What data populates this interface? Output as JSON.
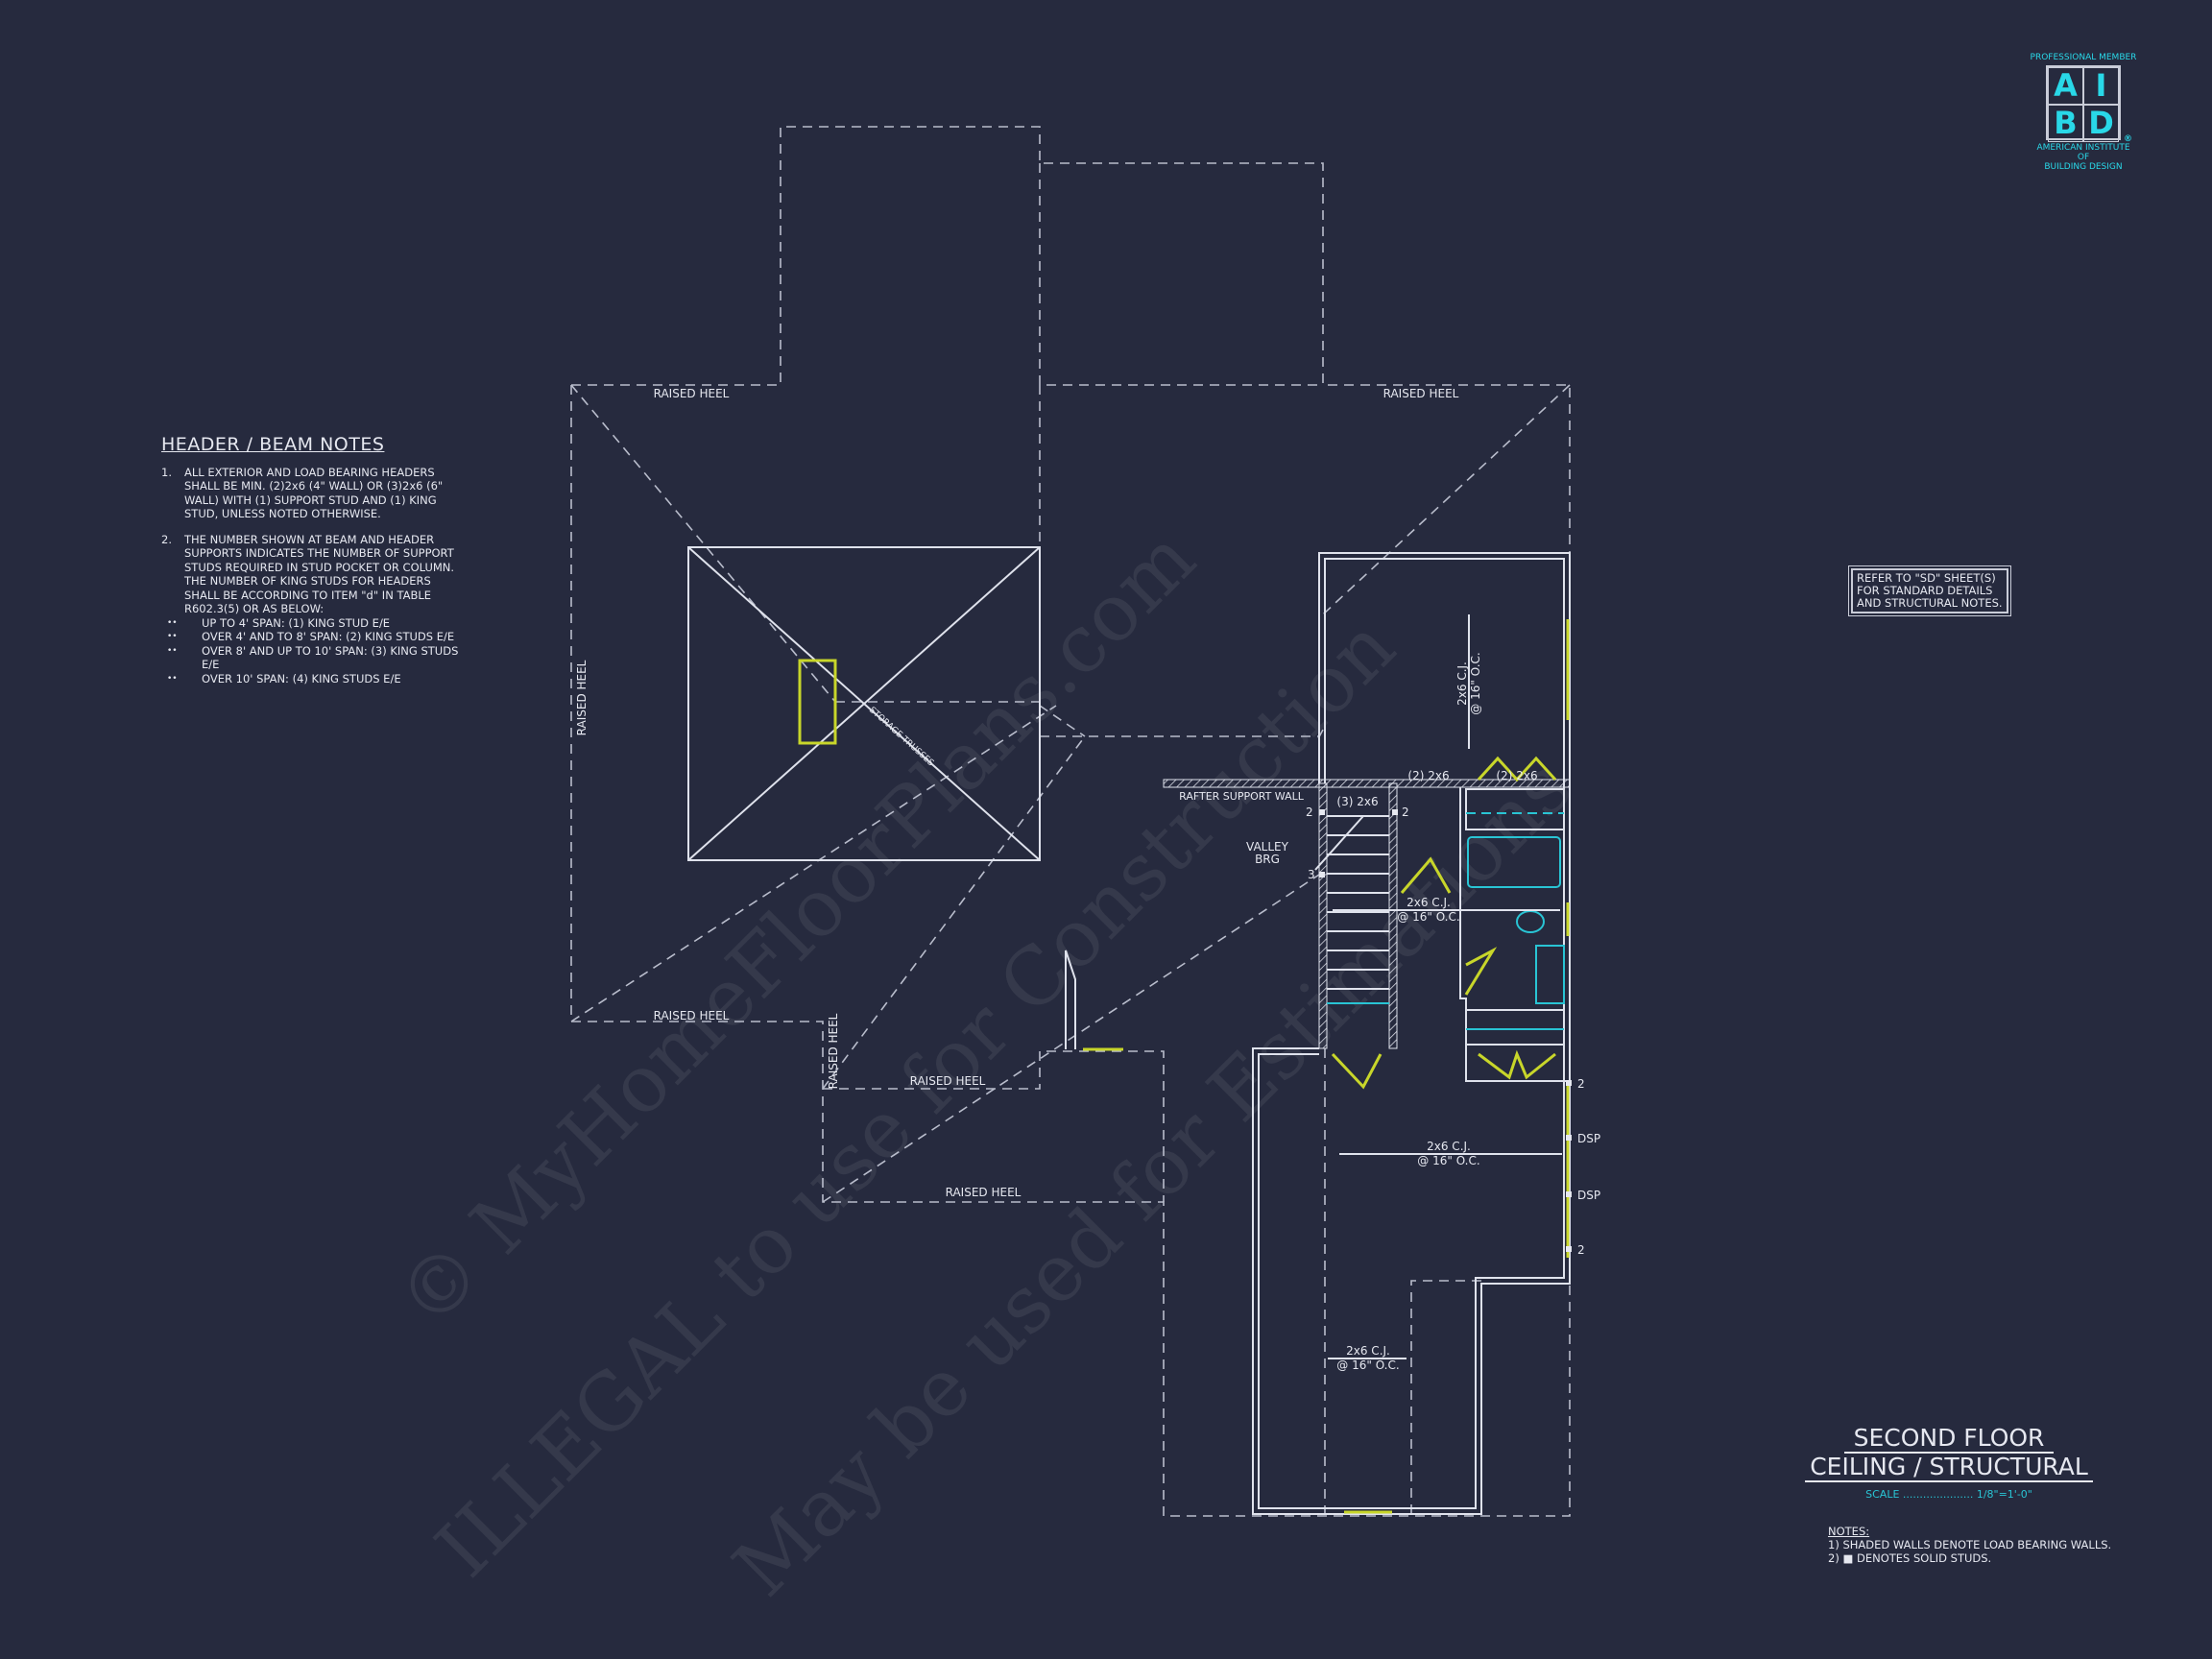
{
  "watermark": {
    "line1": "© MyHomeFloorPlans.com",
    "line2": "ILLEGAL to use for Construction",
    "line3": "May be used for Estimations"
  },
  "logo": {
    "top": "PROFESSIONAL MEMBER",
    "letters": [
      "A",
      "I",
      "B",
      "D"
    ],
    "registered": "®",
    "bottom1": "AMERICAN INSTITUTE",
    "bottom2": "OF",
    "bottom3": "BUILDING DESIGN"
  },
  "header_notes": {
    "title": "HEADER / BEAM NOTES",
    "items": [
      {
        "num": "1.",
        "text": "ALL EXTERIOR AND LOAD BEARING HEADERS SHALL BE MIN. (2)2x6 (4\" WALL) OR (3)2x6 (6\" WALL) WITH (1) SUPPORT STUD AND (1) KING STUD, UNLESS NOTED OTHERWISE."
      },
      {
        "num": "2.",
        "text": "THE NUMBER SHOWN AT BEAM AND HEADER SUPPORTS INDICATES THE NUMBER OF SUPPORT STUDS REQUIRED IN STUD POCKET OR COLUMN. THE NUMBER OF KING STUDS FOR HEADERS SHALL BE ACCORDING TO ITEM \"d\" IN TABLE R602.3(5) OR AS BELOW:"
      }
    ],
    "bullet": "••",
    "bullets": [
      "UP TO 4' SPAN: (1) KING STUD E/E",
      "OVER 4' AND TO 8' SPAN: (2) KING STUDS E/E",
      "OVER 8' AND UP TO 10' SPAN: (3) KING STUDS E/E",
      "OVER 10' SPAN: (4) KING STUDS E/E"
    ]
  },
  "refer_note": [
    "REFER TO \"SD\" SHEET(S)",
    "FOR STANDARD DETAILS",
    "AND STRUCTURAL NOTES."
  ],
  "plan_labels": {
    "raised_heel": "RAISED HEEL",
    "storage_trusses": "STORAGE TRUSSES",
    "rafter_support_wall": "RAFTER SUPPORT WALL",
    "valley_brg_1": "VALLEY",
    "valley_brg_2": "BRG",
    "header_2_2x6": "(2) 2x6",
    "header_3_2x6": "(3) 2x6",
    "cj": "2x6 C.J.",
    "cj_spacing": "@ 16\" O.C.",
    "dsp": "DSP",
    "stud_2": "2",
    "stud_3": "3"
  },
  "title_block": {
    "line1": "SECOND FLOOR",
    "line2": "CEILING / STRUCTURAL",
    "scale": "SCALE ..................... 1/8\"=1'-0\""
  },
  "bottom_notes": {
    "title": "NOTES:",
    "items": [
      "1) SHADED WALLS DENOTE LOAD BEARING WALLS.",
      "2) ■ DENOTES SOLID STUDS."
    ]
  }
}
